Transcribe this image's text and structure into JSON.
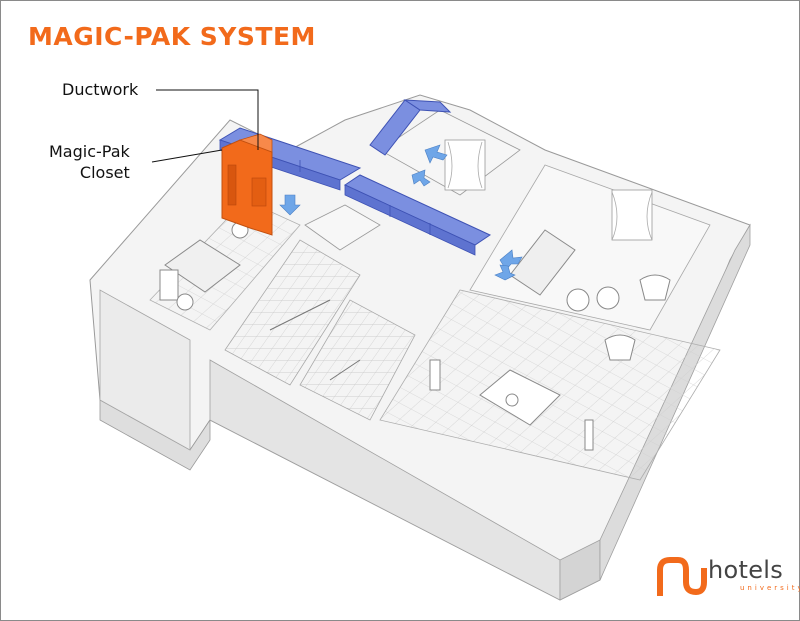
{
  "title": "MAGIC-PAK SYSTEM",
  "labels": {
    "ductwork": "Ductwork",
    "closet_line1": "Magic-Pak",
    "closet_line2": "Closet"
  },
  "logo": {
    "word": "hotels",
    "sub": "university"
  },
  "colors": {
    "accent": "#f26a1b",
    "duct": "#7b8fe0",
    "duct_dark": "#3e52b4",
    "airflow": "#6fa6e8",
    "wall": "#f2f2f2",
    "wall_shade": "#d9d9d9",
    "floor": "#fafafa"
  },
  "icons": [
    "airflow-arrow-icon",
    "hotels-university-logo"
  ]
}
